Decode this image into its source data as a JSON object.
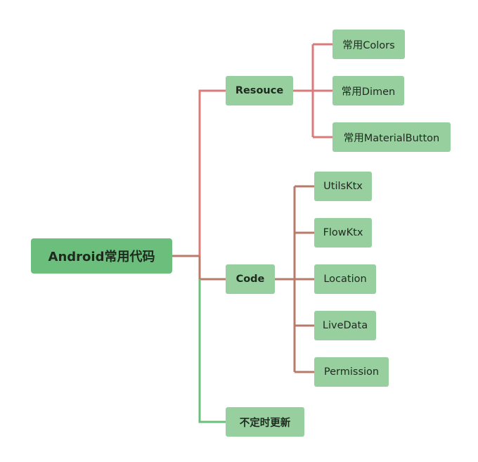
{
  "mindmap": {
    "root": {
      "label": "Android常用代码"
    },
    "branches": [
      {
        "label": "Resouce",
        "children": [
          "常用Colors",
          "常用Dimen",
          "常用MaterialButton"
        ]
      },
      {
        "label": "Code",
        "children": [
          "UtilsKtx",
          "FlowKtx",
          "Location",
          "LiveData",
          "Permission"
        ]
      },
      {
        "label": "不定时更新",
        "children": []
      }
    ]
  },
  "colors": {
    "root_fill": "#6cbe7c",
    "node_fill": "#97cf9f",
    "edge_resouce": "#d97b7b",
    "edge_code": "#b87a6a",
    "edge_update": "#6cbe7c"
  }
}
